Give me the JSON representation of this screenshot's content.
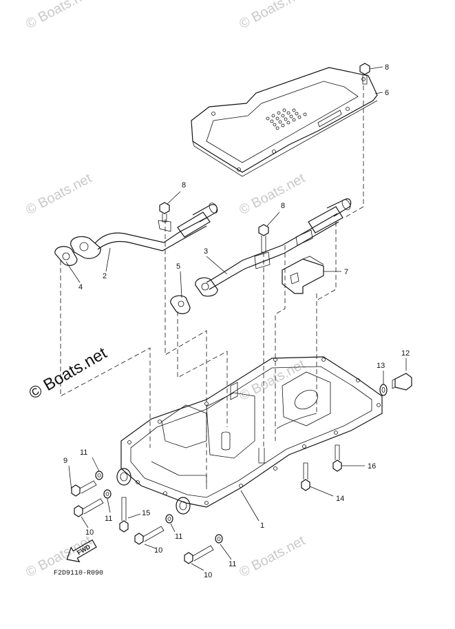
{
  "watermarks": {
    "small": "© Boats.net",
    "large": "© Boats.net"
  },
  "drawing_code": "F2D9110-R090",
  "fwd_label": "FWD",
  "callouts": [
    {
      "id": "c8a",
      "number": "8"
    },
    {
      "id": "c6",
      "number": "6"
    },
    {
      "id": "c8b",
      "number": "8"
    },
    {
      "id": "c8c",
      "number": "8"
    },
    {
      "id": "c3",
      "number": "3"
    },
    {
      "id": "c5",
      "number": "5"
    },
    {
      "id": "c7",
      "number": "7"
    },
    {
      "id": "c4",
      "number": "4"
    },
    {
      "id": "c2",
      "number": "2"
    },
    {
      "id": "c12",
      "number": "12"
    },
    {
      "id": "c13",
      "number": "13"
    },
    {
      "id": "c16",
      "number": "16"
    },
    {
      "id": "c14",
      "number": "14"
    },
    {
      "id": "c1",
      "number": "1"
    },
    {
      "id": "c11a",
      "number": "11"
    },
    {
      "id": "c9",
      "number": "9"
    },
    {
      "id": "c11b",
      "number": "11"
    },
    {
      "id": "c15",
      "number": "15"
    },
    {
      "id": "c10a",
      "number": "10"
    },
    {
      "id": "c11c",
      "number": "11"
    },
    {
      "id": "c10b",
      "number": "10"
    },
    {
      "id": "c11d",
      "number": "11"
    },
    {
      "id": "c10c",
      "number": "10"
    }
  ]
}
